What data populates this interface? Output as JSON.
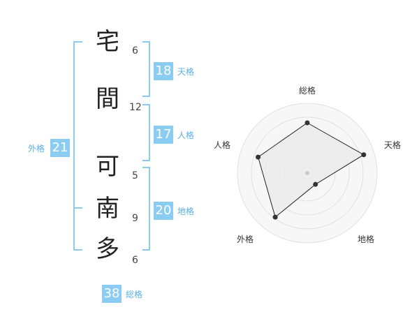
{
  "characters": [
    {
      "char": "宅",
      "strokes": "6"
    },
    {
      "char": "間",
      "strokes": "12"
    },
    {
      "char": "可",
      "strokes": "5"
    },
    {
      "char": "南",
      "strokes": "9"
    },
    {
      "char": "多",
      "strokes": "6"
    }
  ],
  "kaku": {
    "tenkaku": {
      "value": "18",
      "label": "天格"
    },
    "jinkaku": {
      "value": "17",
      "label": "人格"
    },
    "chikaku": {
      "value": "20",
      "label": "地格"
    },
    "gaikaku": {
      "value": "21",
      "label": "外格"
    },
    "soukaku": {
      "value": "38",
      "label": "総格"
    }
  },
  "chart_data": {
    "type": "radar",
    "axes": [
      "総格",
      "天格",
      "地格",
      "外格",
      "人格"
    ],
    "values": [
      0.72,
      0.85,
      0.2,
      0.78,
      0.74
    ],
    "rmax": 1,
    "rings": 5,
    "grid": true,
    "colors": {
      "fill": "#ebebeb",
      "ring_fill": "#f7f7f7",
      "ring_stroke": "#e0e0e0",
      "line": "#222222",
      "point": "#333333",
      "center": "#cccccc"
    }
  },
  "colors": {
    "accent": "#8bcdf2",
    "bracket": "#8bcdf2",
    "label": "#5ab0e6"
  }
}
